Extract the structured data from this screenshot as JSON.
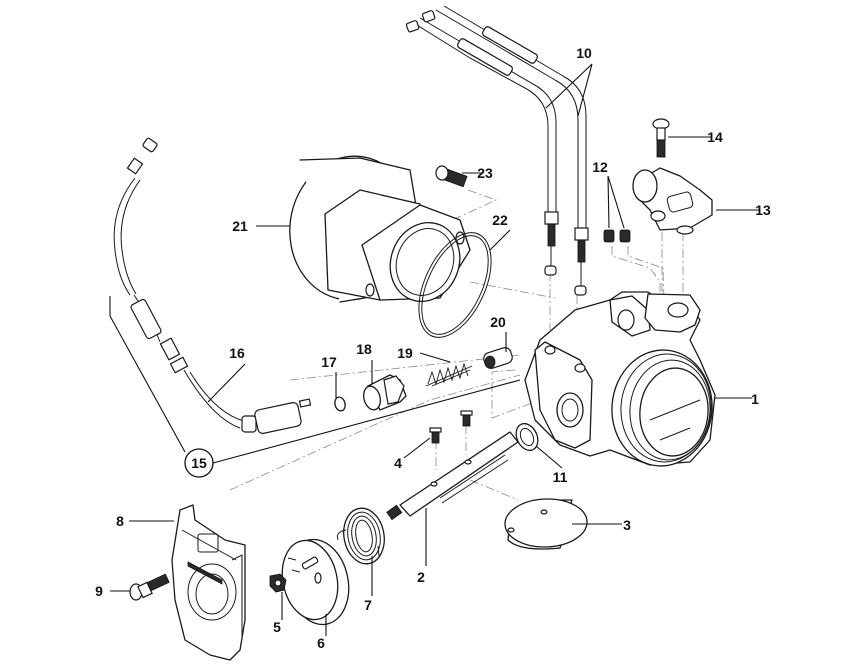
{
  "diagram": {
    "type": "exploded-parts-diagram",
    "subject": "throttle body assembly",
    "background_color": "#ffffff",
    "line_color": "#1a1a1a",
    "callouts": [
      {
        "id": "1",
        "part": "throttle-body"
      },
      {
        "id": "2",
        "part": "throttle-shaft"
      },
      {
        "id": "3",
        "part": "throttle-valve-disc"
      },
      {
        "id": "4",
        "part": "disc-screw"
      },
      {
        "id": "5",
        "part": "nut"
      },
      {
        "id": "6",
        "part": "throttle-pulley"
      },
      {
        "id": "7",
        "part": "return-spring"
      },
      {
        "id": "8",
        "part": "pulley-cover"
      },
      {
        "id": "9",
        "part": "cover-screw"
      },
      {
        "id": "10",
        "part": "throttle-cables"
      },
      {
        "id": "11",
        "part": "shaft-seal"
      },
      {
        "id": "12",
        "part": "grub-screws"
      },
      {
        "id": "13",
        "part": "throttle-position-sensor"
      },
      {
        "id": "14",
        "part": "sensor-screw"
      },
      {
        "id": "15",
        "part": "idle-actuator-kit",
        "circled": true
      },
      {
        "id": "16",
        "part": "idle-cable"
      },
      {
        "id": "17",
        "part": "o-ring"
      },
      {
        "id": "18",
        "part": "adjuster-fitting"
      },
      {
        "id": "19",
        "part": "spring"
      },
      {
        "id": "20",
        "part": "plunger"
      },
      {
        "id": "21",
        "part": "intake-manifold"
      },
      {
        "id": "22",
        "part": "manifold-o-ring"
      },
      {
        "id": "23",
        "part": "manifold-screw"
      }
    ]
  }
}
